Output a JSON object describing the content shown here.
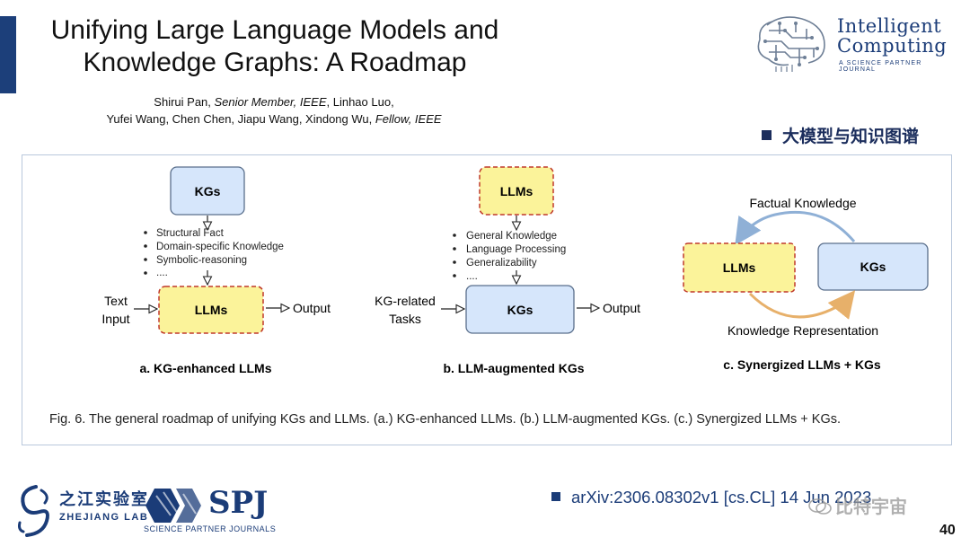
{
  "title_lines": [
    "Unifying Large Language Models and",
    "Knowledge Graphs: A Roadmap"
  ],
  "authors": {
    "line1_names": "Shirui Pan, ",
    "line1_role": "Senior Member, IEEE",
    "line1_rest": ", Linhao Luo,",
    "line2_names": "Yufei Wang, Chen Chen, Jiapu Wang, Xindong Wu, ",
    "line2_role": "Fellow, IEEE"
  },
  "logo_intelligent_computing": {
    "name_line1": "Intelligent",
    "name_line2": "Computing",
    "subtitle": "A SCIENCE PARTNER JOURNAL"
  },
  "section_tag": "大模型与知识图谱",
  "figure": {
    "panel_a": {
      "top_box": "KGs",
      "bullets": [
        "Structural Fact",
        "Domain-specific Knowledge",
        "Symbolic-reasoning",
        "...."
      ],
      "input_line1": "Text",
      "input_line2": "Input",
      "main_box": "LLMs",
      "output": "Output",
      "caption": "a. KG-enhanced LLMs"
    },
    "panel_b": {
      "top_box": "LLMs",
      "bullets": [
        "General Knowledge",
        "Language Processing",
        "Generalizability",
        "...."
      ],
      "input_line1": "KG-related",
      "input_line2": "Tasks",
      "main_box": "KGs",
      "output": "Output",
      "caption": "b. LLM-augmented KGs"
    },
    "panel_c": {
      "top_label": "Factual Knowledge",
      "left_box": "LLMs",
      "right_box": "KGs",
      "bottom_label": "Knowledge Representation",
      "caption": "c. Synergized LLMs + KGs"
    },
    "caption": "Fig. 6. The general roadmap of unifying KGs and LLMs. (a.) KG-enhanced LLMs. (b.) LLM-augmented KGs. (c.) Synergized LLMs + KGs."
  },
  "footer": {
    "zhejiang_cn": "之江实验室",
    "zhejiang_en": "ZHEJIANG LAB",
    "spj_name": "SPJ",
    "spj_sub": "SCIENCE PARTNER JOURNALS",
    "arxiv": "arXiv:2306.08302v1 [cs.CL] 14 Jun 2023",
    "watermark": "比特宇宙",
    "page_number": "40"
  },
  "colors": {
    "kg_box_fill": "#d6e6fb",
    "llm_box_fill": "#fbf39a",
    "llm_box_dash": "#c0392b",
    "brand_blue": "#1b3c78"
  }
}
